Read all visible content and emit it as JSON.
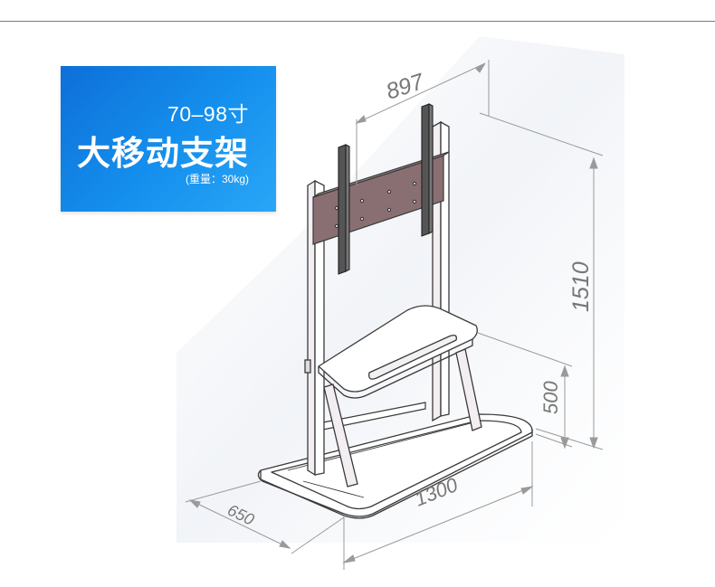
{
  "badge": {
    "size_range": "70–98寸",
    "title": "大移动支架",
    "weight": "(重量：30kg)"
  },
  "dimensions": {
    "width_top": "897",
    "total_height": "1510",
    "shelf_height": "500",
    "base_length": "1300",
    "base_depth": "650"
  },
  "colors": {
    "badge_blue": "#1590ee",
    "stand_line": "#3a3a3a",
    "mount_plate": "#8a6f72",
    "dimension_line": "#9a9a9a"
  }
}
